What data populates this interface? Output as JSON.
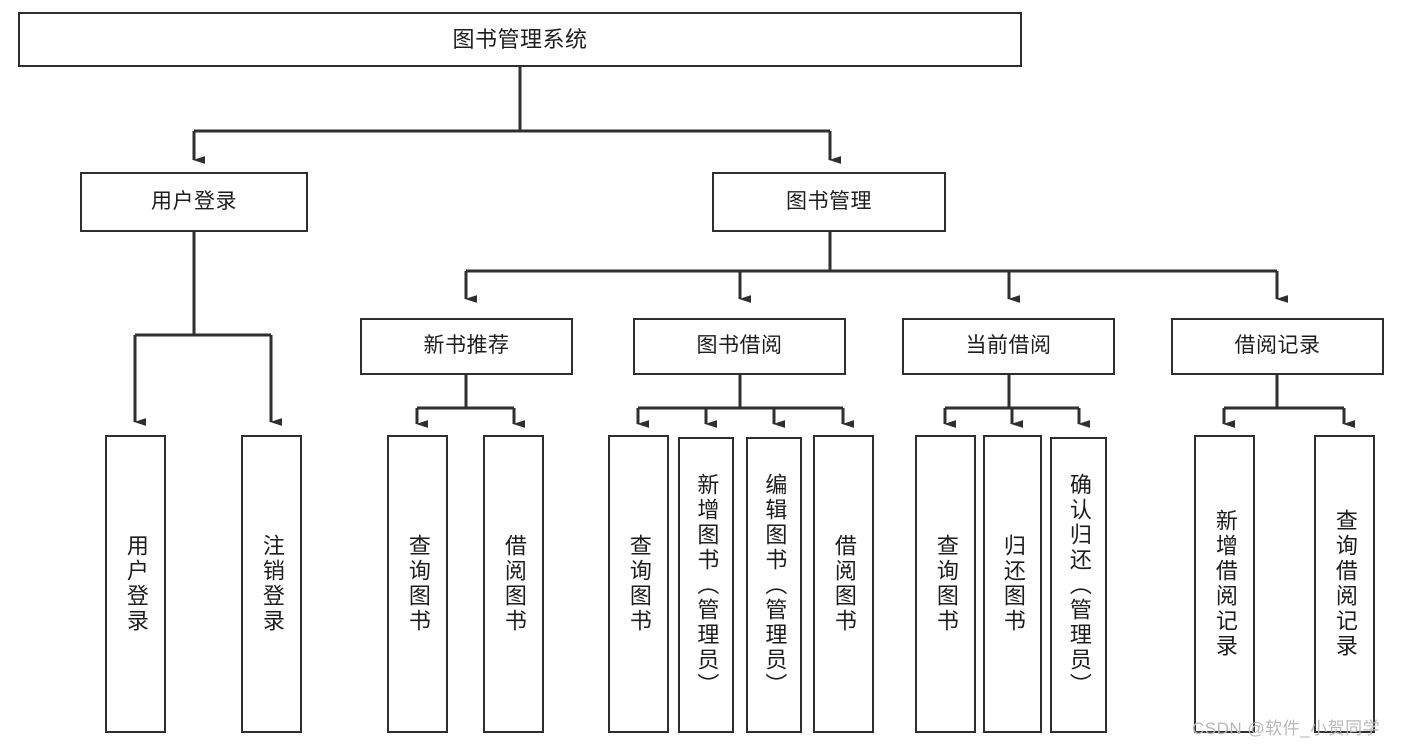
{
  "diagram": {
    "type": "tree-hierarchy",
    "title": "图书管理系统",
    "watermark": "CSDN @软件_小贺同学",
    "accent_color": "#2f2f2f",
    "background_color": "#ffffff",
    "nodes": {
      "root": {
        "label": "图书管理系统"
      },
      "level2": [
        {
          "id": "user-login",
          "label": "用户登录"
        },
        {
          "id": "book-manage",
          "label": "图书管理"
        }
      ],
      "level3": [
        {
          "id": "new-book-rec",
          "label": "新书推荐"
        },
        {
          "id": "book-borrow",
          "label": "图书借阅"
        },
        {
          "id": "current-borrow",
          "label": "当前借阅"
        },
        {
          "id": "borrow-record",
          "label": "借阅记录"
        }
      ],
      "leaves": {
        "user_login": [
          {
            "id": "leaf-user-login",
            "label": "用户登录"
          },
          {
            "id": "leaf-logout",
            "label": "注销登录"
          }
        ],
        "new_book_rec": [
          {
            "id": "leaf-query-book-1",
            "label": "查询图书"
          },
          {
            "id": "leaf-borrow-book-1",
            "label": "借阅图书"
          }
        ],
        "book_borrow": [
          {
            "id": "leaf-query-book-2",
            "label": "查询图书"
          },
          {
            "id": "leaf-add-book",
            "label": "新增图书（管理员）"
          },
          {
            "id": "leaf-edit-book",
            "label": "编辑图书（管理员）"
          },
          {
            "id": "leaf-borrow-book-2",
            "label": "借阅图书"
          }
        ],
        "current_borrow": [
          {
            "id": "leaf-query-book-3",
            "label": "查询图书"
          },
          {
            "id": "leaf-return-book",
            "label": "归还图书"
          },
          {
            "id": "leaf-confirm-return",
            "label": "确认归还（管理员）"
          }
        ],
        "borrow_record": [
          {
            "id": "leaf-add-record",
            "label": "新增借阅记录"
          },
          {
            "id": "leaf-query-record",
            "label": "查询借阅记录"
          }
        ]
      }
    }
  }
}
